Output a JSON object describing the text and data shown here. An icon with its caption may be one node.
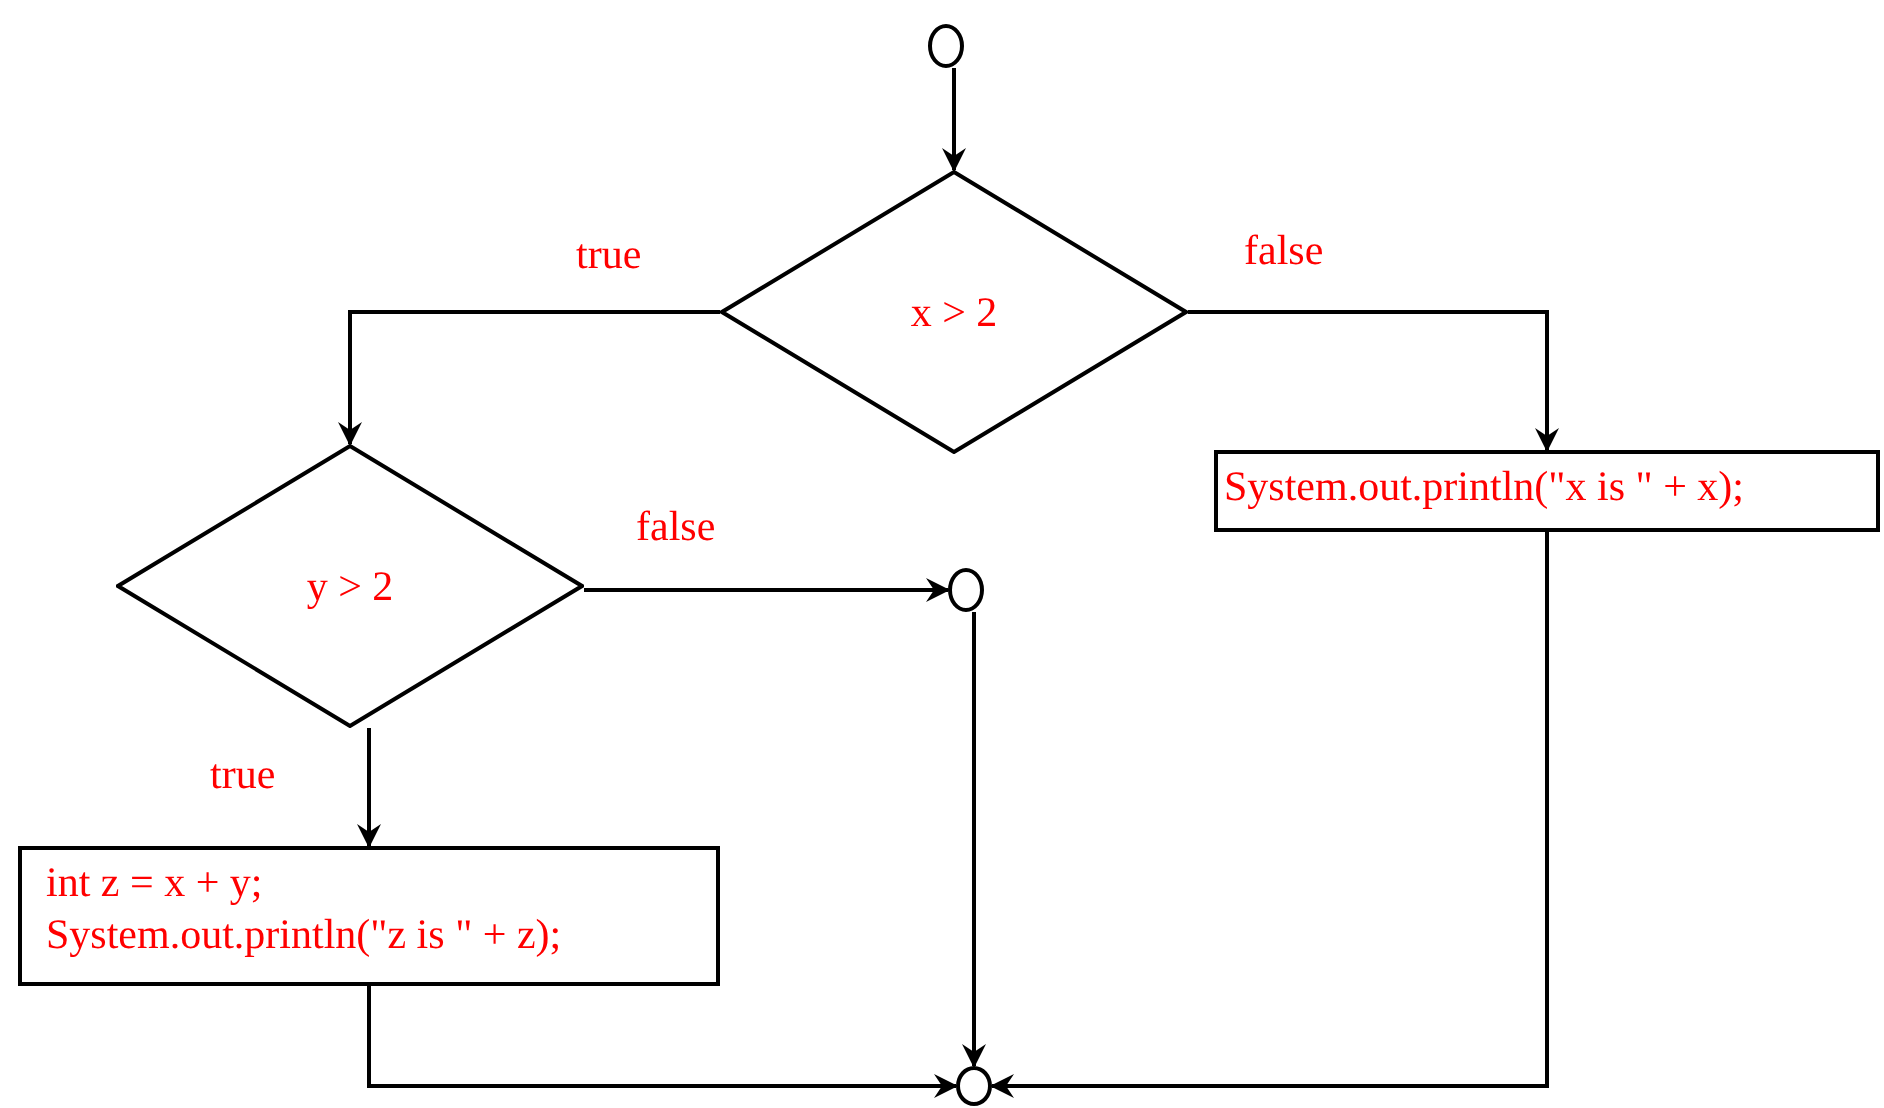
{
  "diagram": {
    "nodes": [
      {
        "text": [],
        "shape": "circle"
      },
      {
        "text": [
          "x > 2"
        ]
      },
      {
        "text": [
          "y > 2"
        ]
      },
      {
        "text": [
          "System.out.println(\"x is \" + x);"
        ]
      },
      {
        "text": [],
        "shape": "circle"
      },
      {
        "text": [
          "int z = x + y;",
          "System.out.println(\"z is \" + z);"
        ]
      },
      {
        "text": [],
        "shape": "circle"
      }
    ],
    "edges": [
      {
        "from": 0,
        "to": 1,
        "arrow": "to"
      },
      {
        "from": 1,
        "to": 2,
        "arrow": "to",
        "label": "true"
      },
      {
        "from": 1,
        "to": 3,
        "arrow": "to",
        "label": "false"
      },
      {
        "from": 2,
        "to": 4,
        "arrow": "to",
        "label": "false"
      },
      {
        "from": 2,
        "to": 5,
        "arrow": "to",
        "label": "true"
      },
      {
        "from": 4,
        "to": 6,
        "arrow": "to"
      },
      {
        "from": 5,
        "to": 6,
        "arrow": "to"
      },
      {
        "from": 3,
        "to": 6,
        "arrow": "to"
      }
    ]
  }
}
